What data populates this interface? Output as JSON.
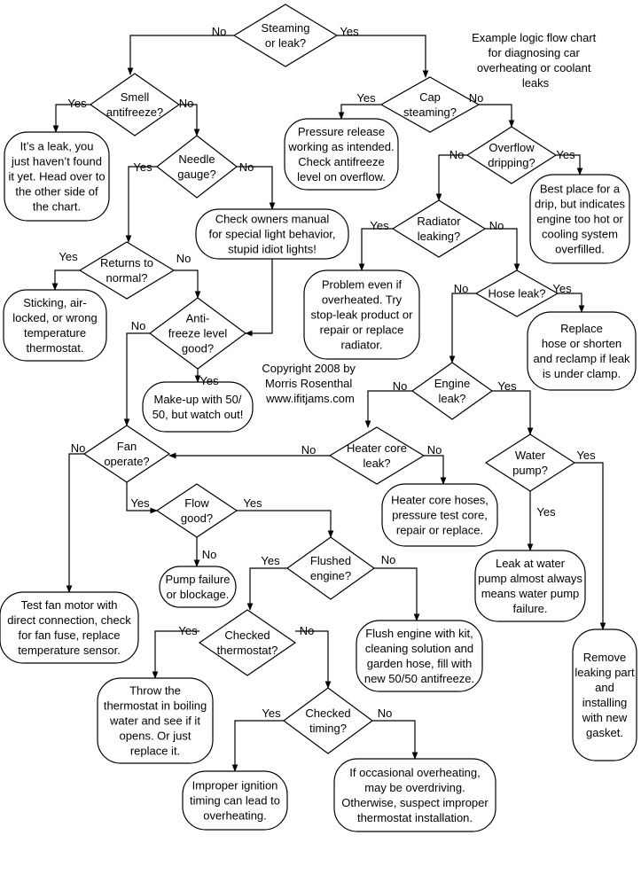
{
  "title": "Example logic flow chart for diagnosing car overheating or coolant leaks",
  "title_lines": [
    "Example logic flow chart",
    "for diagnosing car",
    "overheating or coolant",
    "leaks"
  ],
  "copyright_lines": [
    "Copyright 2008 by",
    "Morris Rosenthal",
    "www.ifitjams.com"
  ],
  "nodes": {
    "steaming": {
      "shape": "decision",
      "lines": [
        "Steaming",
        "or leak?"
      ]
    },
    "smell": {
      "shape": "decision",
      "lines": [
        "Smell",
        "antifreeze?"
      ]
    },
    "cap": {
      "shape": "decision",
      "lines": [
        "Cap",
        "steaming?"
      ]
    },
    "leak_not_found": {
      "shape": "terminal",
      "lines": [
        "It’s a leak, you",
        "just haven’t found",
        "it yet. Head over to",
        "the other side of",
        "the chart."
      ]
    },
    "needle": {
      "shape": "decision",
      "lines": [
        "Needle",
        "gauge?"
      ]
    },
    "pressure_release": {
      "shape": "terminal",
      "lines": [
        "Pressure release",
        "working as intended.",
        "Check antifreeze",
        "level on overflow."
      ]
    },
    "overflow": {
      "shape": "decision",
      "lines": [
        "Overflow",
        "dripping?"
      ]
    },
    "best_drip": {
      "shape": "terminal",
      "lines": [
        "Best place for a",
        "drip, but indicates",
        "engine too hot or",
        "cooling system",
        "overfilled."
      ]
    },
    "owners_manual": {
      "shape": "terminal",
      "lines": [
        "Check owners manual",
        "for special light behavior,",
        "stupid idiot lights!"
      ]
    },
    "radiator": {
      "shape": "decision",
      "lines": [
        "Radiator",
        "leaking?"
      ]
    },
    "returns": {
      "shape": "decision",
      "lines": [
        "Returns to",
        "normal?"
      ]
    },
    "sticking": {
      "shape": "terminal",
      "lines": [
        "Sticking, air-",
        "locked, or wrong",
        "temperature",
        "thermostat."
      ]
    },
    "hose_leak": {
      "shape": "decision",
      "lines": [
        "Hose leak?"
      ]
    },
    "problem_even": {
      "shape": "terminal",
      "lines": [
        "Problem even if",
        "overheated. Try",
        "stop-leak product or",
        "repair or replace",
        "radiator."
      ]
    },
    "antifreeze_level": {
      "shape": "decision",
      "lines": [
        "Anti-",
        "freeze level",
        "good?"
      ]
    },
    "replace_hose": {
      "shape": "terminal",
      "lines": [
        "Replace",
        "hose or shorten",
        "and reclamp if leak",
        "is under clamp."
      ]
    },
    "makeup": {
      "shape": "terminal",
      "lines": [
        "Make-up with 50/",
        "50, but watch out!"
      ]
    },
    "engine_leak": {
      "shape": "decision",
      "lines": [
        "Engine",
        "leak?"
      ]
    },
    "fan": {
      "shape": "decision",
      "lines": [
        "Fan",
        "operate?"
      ]
    },
    "heater_core": {
      "shape": "decision",
      "lines": [
        "Heater core",
        "leak?"
      ]
    },
    "water_pump": {
      "shape": "decision",
      "lines": [
        "Water",
        "pump?"
      ]
    },
    "flow": {
      "shape": "decision",
      "lines": [
        "Flow",
        "good?"
      ]
    },
    "heater_hoses": {
      "shape": "terminal",
      "lines": [
        "Heater core hoses,",
        "pressure test core,",
        "repair or replace."
      ]
    },
    "flushed": {
      "shape": "decision",
      "lines": [
        "Flushed",
        "engine?"
      ]
    },
    "pump_failure": {
      "shape": "terminal",
      "lines": [
        "Pump failure",
        "or blockage."
      ]
    },
    "leak_water_pump": {
      "shape": "terminal",
      "lines": [
        "Leak at water",
        "pump almost always",
        "means water pump",
        "failure."
      ]
    },
    "test_fan": {
      "shape": "terminal",
      "lines": [
        "Test fan motor with",
        "direct connection, check",
        "for fan fuse, replace",
        "temperature sensor."
      ]
    },
    "checked_thermostat": {
      "shape": "decision",
      "lines": [
        "Checked",
        "thermostat?"
      ]
    },
    "flush_engine": {
      "shape": "terminal",
      "lines": [
        "Flush engine with kit,",
        "cleaning solution and",
        "garden hose, fill with",
        "new 50/50 antifreeze."
      ]
    },
    "remove_part": {
      "shape": "terminal",
      "lines": [
        "Remove",
        "leaking part",
        "and",
        "installing",
        "with new",
        "gasket."
      ]
    },
    "throw_thermostat": {
      "shape": "terminal",
      "lines": [
        "Throw the",
        "thermostat in boiling",
        "water and see if it",
        "opens. Or just",
        "replace it."
      ]
    },
    "checked_timing": {
      "shape": "decision",
      "lines": [
        "Checked",
        "timing?"
      ]
    },
    "improper_ignition": {
      "shape": "terminal",
      "lines": [
        "Improper ignition",
        "timing can lead to",
        "overheating."
      ]
    },
    "occasional": {
      "shape": "terminal",
      "lines": [
        "If occasional overheating,",
        "may be overdriving.",
        "Otherwise, suspect improper",
        "thermostat installation."
      ]
    }
  },
  "branch_labels": [
    "No",
    "Yes",
    "Yes",
    "No",
    "Yes",
    "No",
    "Yes",
    "No",
    "No",
    "Yes",
    "Yes",
    "No",
    "Yes",
    "No",
    "No",
    "Yes",
    "Yes",
    "No",
    "No",
    "Yes",
    "No",
    "No",
    "Yes",
    "No",
    "Yes",
    "Yes",
    "Yes",
    "No",
    "Yes",
    "No",
    "Yes",
    "No",
    "Yes",
    "No",
    "No",
    "Yes"
  ]
}
